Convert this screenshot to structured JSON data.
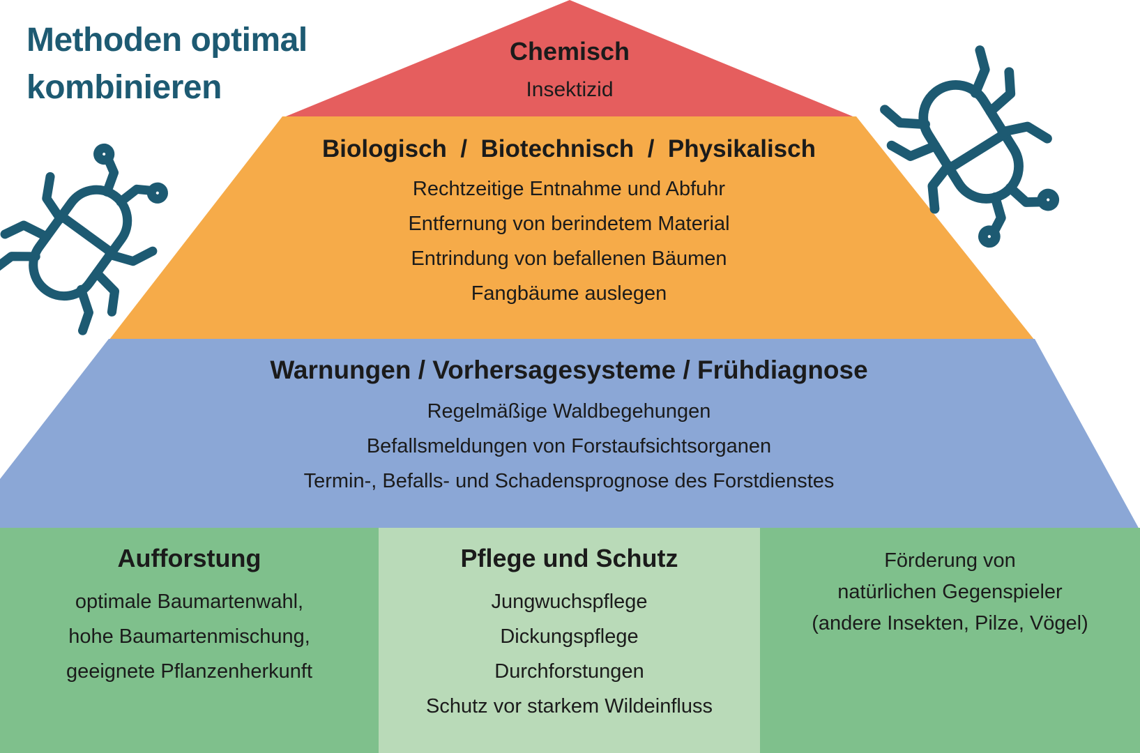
{
  "title": {
    "line1": "Methoden optimal",
    "line2": "kombinieren"
  },
  "pyramid": {
    "levels": [
      {
        "name": "chemisch",
        "color": "#e55e5e",
        "heading": "Chemisch",
        "items": [
          "Insektizid"
        ]
      },
      {
        "name": "biologisch-biotechnisch-physikalisch",
        "color": "#f6ab49",
        "heading": "Biologisch  /  Biotechnisch  /  Physikalisch",
        "items": [
          "Rechtzeitige Entnahme und Abfuhr",
          "Entfernung von berindetem Material",
          "Entrindung von befallenen Bäumen",
          "Fangbäume auslegen"
        ]
      },
      {
        "name": "warnungen-vorhersagesysteme-fruehdiagnose",
        "color": "#8ba7d6",
        "heading": "Warnungen / Vorhersagesysteme / Frühdiagnose",
        "items": [
          "Regelmäßige Waldbegehungen",
          "Befallsmeldungen von Forstaufsichtsorganen",
          "Termin-, Befalls- und Schadensprognose des Forstdienstes"
        ]
      }
    ],
    "base_columns": [
      {
        "name": "aufforstung",
        "color": "#7fc08c",
        "heading": "Aufforstung",
        "items": [
          "optimale Baumartenwahl,",
          "hohe Baumartenmischung,",
          "geeignete Pflanzenherkunft"
        ]
      },
      {
        "name": "pflege-und-schutz",
        "color": "#b9dab8",
        "heading": "Pflege und Schutz",
        "items": [
          "Jungwuchspflege",
          "Dickungspflege",
          "Durchforstungen",
          "Schutz vor starkem Wildeinfluss"
        ]
      },
      {
        "name": "foerderung-gegenspieler",
        "color": "#7fc08c",
        "heading": "",
        "items": [
          "Förderung von",
          "natürlichen Gegenspieler",
          "(andere Insekten, Pilze, Vögel)"
        ]
      }
    ]
  },
  "icons": {
    "left": "bark-beetle-icon",
    "right": "bark-beetle-icon",
    "color": "#1d5a72"
  },
  "colors": {
    "title_text": "#1d5a72",
    "body_text": "#1b1b1b",
    "background": "#ffffff"
  }
}
